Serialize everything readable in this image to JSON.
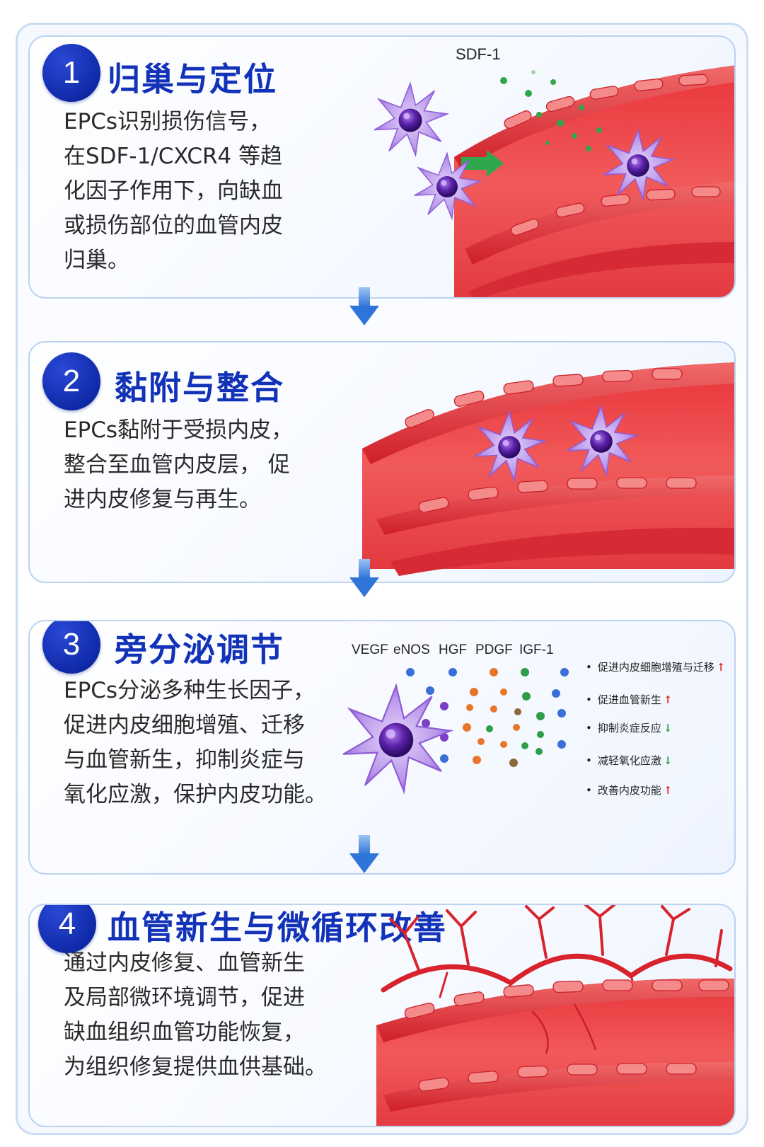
{
  "colors": {
    "accent_blue": "#1232b8",
    "vessel_red": "#e8343a",
    "cell_purple": "#8e5cd6",
    "arrow_green": "#1e9b3a",
    "increase_red": "#e0201a",
    "decrease_green": "#1e9b3a"
  },
  "steps": [
    {
      "number": "1",
      "title": "归巢与定位",
      "lines": [
        "EPCs识别损伤信号，",
        "在SDF-1/CXCR4 等趋",
        "化因子作用下，向缺血",
        "或损伤部位的血管内皮",
        "归巢。"
      ],
      "illustration": {
        "label": "SDF-1",
        "icons": [
          "epc-cell-icon",
          "green-arrow-icon",
          "blood-vessel-icon"
        ]
      }
    },
    {
      "number": "2",
      "title": "黏附与整合",
      "lines": [
        "EPCs黏附于受损内皮，",
        "整合至血管内皮层，  促",
        "进内皮修复与再生。"
      ],
      "illustration": {
        "icons": [
          "blood-vessel-icon",
          "epc-cell-icon"
        ]
      }
    },
    {
      "number": "3",
      "title": "旁分泌调节",
      "lines": [
        "EPCs分泌多种生长因子，",
        "促进内皮细胞增殖、迁移",
        "与血管新生，抑制炎症与",
        "氧化应激，保护内皮功能。"
      ],
      "factors": [
        "VEGF",
        "eNOS",
        "HGF",
        "PDGF",
        "IGF-1"
      ],
      "effects": [
        {
          "text": "促进内皮细胞增殖与迁移",
          "direction": "up",
          "arrow": "↑"
        },
        {
          "text": "促进血管新生",
          "direction": "up",
          "arrow": "↑"
        },
        {
          "text": "抑制炎症反应",
          "direction": "down",
          "arrow": "↓"
        },
        {
          "text": "减轻氧化应激",
          "direction": "down",
          "arrow": "↓"
        },
        {
          "text": "改善内皮功能",
          "direction": "up",
          "arrow": "↑"
        }
      ],
      "bullet": "•"
    },
    {
      "number": "4",
      "title": "血管新生与微循环改善",
      "lines": [
        "通过内皮修复、血管新生",
        "及局部微环境调节，促进",
        "缺血组织血管功能恢复，",
        "为组织修复提供血供基础。"
      ],
      "illustration": {
        "icons": [
          "capillary-network-icon",
          "blood-vessel-icon"
        ]
      }
    }
  ]
}
